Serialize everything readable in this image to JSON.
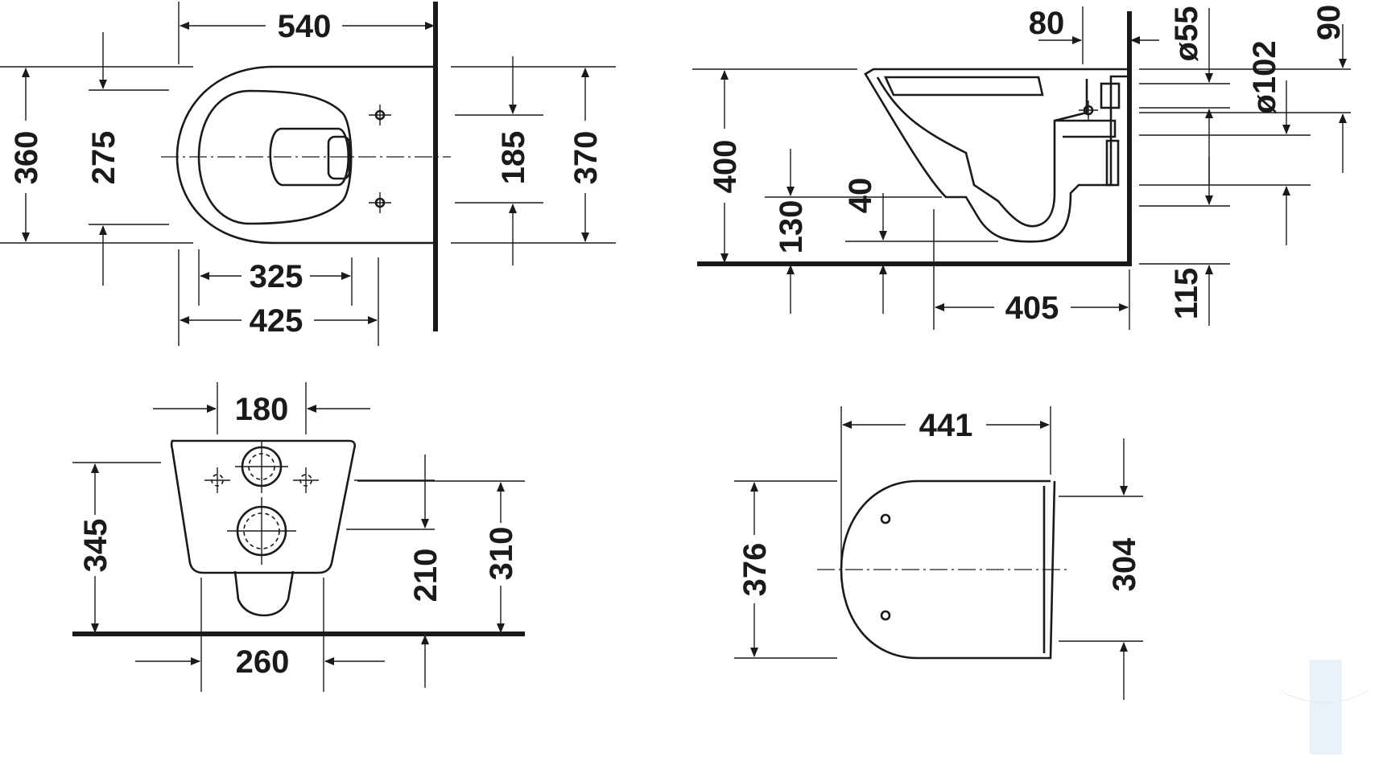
{
  "views": {
    "top_view": {
      "dims": {
        "width_total": "540",
        "height_total": "360",
        "inner_height": "275",
        "mount_spacing": "185",
        "right_height": "370",
        "seat_width": "325",
        "bowl_width": "425"
      }
    },
    "side_view": {
      "dims": {
        "offset_80": "80",
        "outlet_dia": "ø55",
        "outlet_outer_dia": "ø102",
        "offset_90": "90",
        "height_400": "400",
        "height_130": "130",
        "height_40": "40",
        "depth_405": "405",
        "height_115": "115"
      }
    },
    "rear_view": {
      "dims": {
        "top_width": "180",
        "height_345": "345",
        "height_210": "210",
        "height_310": "310",
        "bottom_width": "260"
      }
    },
    "seat_view": {
      "dims": {
        "seat_length": "441",
        "seat_width": "376",
        "seat_inner_width": "304"
      }
    }
  }
}
